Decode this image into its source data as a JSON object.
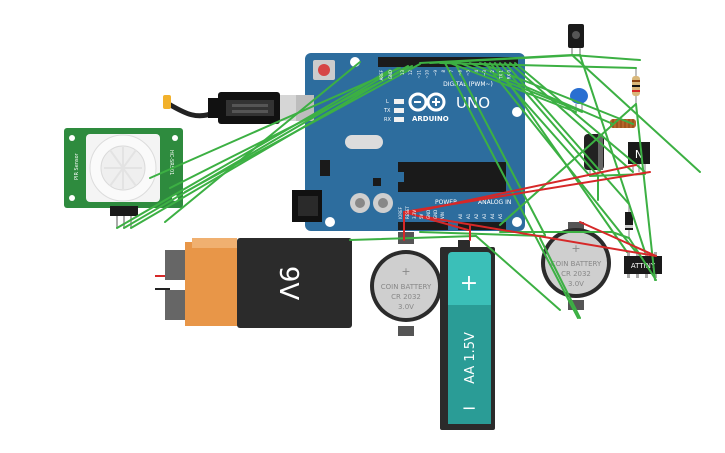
{
  "board": {
    "model_label": "UNO",
    "brand_label": "ARDUINO",
    "digital_label": "DIGITAL (PWM~)",
    "power_label": "POWER",
    "analog_label": "ANALOG IN",
    "tx_label": "TX",
    "rx_label": "RX",
    "l_label": "L",
    "aref_label": "AREF",
    "gnd_label": "GND",
    "pin_labels": [
      "13",
      "12",
      "~11",
      "~10",
      "~9",
      "8",
      "7",
      "~6",
      "~5",
      "4",
      "~3",
      "2",
      "TX 1",
      "RX 0"
    ],
    "power_pin_labels": [
      "IOREF",
      "RESET",
      "3.3V",
      "5V",
      "GND",
      "GND",
      "VIN"
    ],
    "analog_pin_labels": [
      "A0",
      "A1",
      "A2",
      "A3",
      "A4",
      "A5"
    ]
  },
  "pir": {
    "label_left": "PIR Sensor",
    "label_right": "HC-SR501"
  },
  "battery_9v": {
    "label": "9V"
  },
  "coin_left": {
    "line1": "COIN BATTERY",
    "line2": "CR 2032",
    "line3": "3.0V"
  },
  "coin_right": {
    "line1": "COIN BATTERY",
    "line2": "CR 2032",
    "line3": "3.0V"
  },
  "aa": {
    "label": "AA 1.5V",
    "plus": "+",
    "minus": "−"
  },
  "transistor": {
    "label": "N"
  },
  "chip": {
    "label": "ATTINY"
  },
  "colors": {
    "board": "#2d6d9e",
    "wire_green": "#3cb043",
    "wire_red": "#d62828",
    "pir_green": "#2e8b3e",
    "battery_orange": "#e89648",
    "aa_teal": "#3bbfb8"
  }
}
